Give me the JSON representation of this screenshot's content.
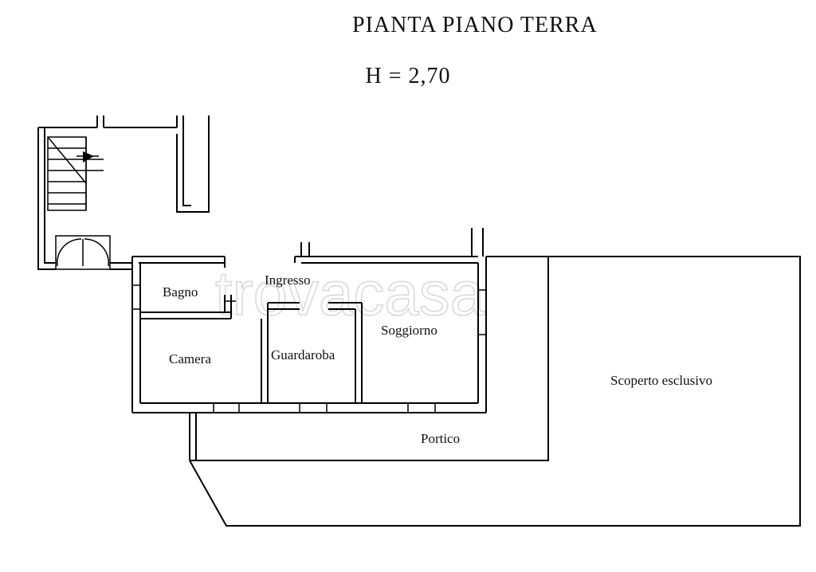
{
  "header": {
    "title": "PIANTA PIANO TERRA",
    "height_label": "H = 2,70"
  },
  "rooms": {
    "bagno": "Bagno",
    "ingresso": "Ingresso",
    "camera": "Camera",
    "guardaroba": "Guardaroba",
    "soggiorno": "Soggiorno",
    "scoperto": "Scoperto esclusivo",
    "portico": "Portico"
  },
  "watermark": "trovacasa",
  "colors": {
    "line": "#000000",
    "background": "#ffffff",
    "watermark": "#d8d8d8"
  }
}
